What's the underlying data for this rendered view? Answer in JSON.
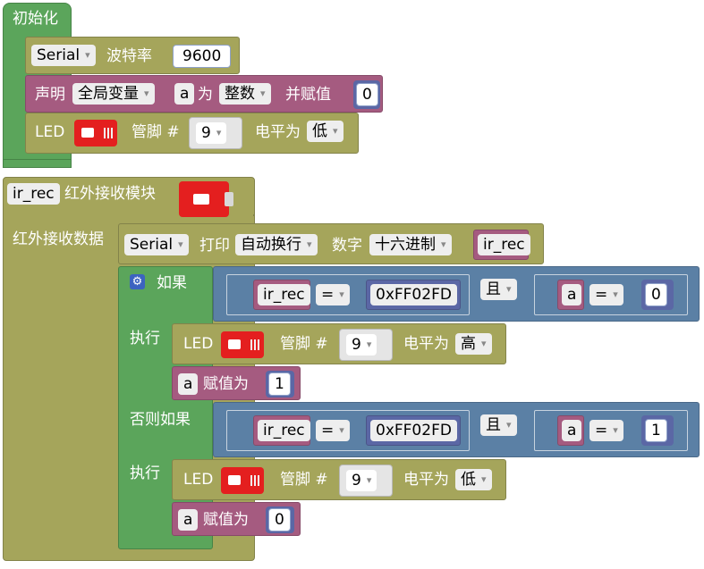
{
  "init": {
    "hat": "初始化",
    "serial_dd": "Serial",
    "baud_label": "波特率",
    "baud_value": "9600",
    "declare_label": "声明",
    "scope_dd": "全局变量",
    "var_name": "a",
    "as_label": "为",
    "type_dd": "整数",
    "assign_label": "并赋值",
    "init_value": "0",
    "led_label": "LED",
    "pin_label": "管脚 #",
    "pin_value": "9",
    "level_label": "电平为",
    "level_dd": "低"
  },
  "ir": {
    "var_name": "ir_rec",
    "module_label": "红外接收模块",
    "data_label": "红外接收数据",
    "serial_dd": "Serial",
    "print_label": "打印",
    "newline_dd": "自动换行",
    "number_label": "数字",
    "radix_dd": "十六进制",
    "print_var": "ir_rec"
  },
  "logic": {
    "if_label": "如果",
    "then_label": "执行",
    "elseif_label": "否则如果",
    "and_dd": "且",
    "eq_dd": "=",
    "code_value": "0xFF02FD",
    "branch1": {
      "compare_var": "ir_rec",
      "a_var": "a",
      "a_value": "0",
      "led_label": "LED",
      "pin_label": "管脚 #",
      "pin_value": "9",
      "level_label": "电平为",
      "level_dd": "高",
      "set_var": "a",
      "set_label": "赋值为",
      "set_value": "1"
    },
    "branch2": {
      "compare_var": "ir_rec",
      "a_var": "a",
      "a_value": "1",
      "led_label": "LED",
      "pin_label": "管脚 #",
      "pin_value": "9",
      "level_label": "电平为",
      "level_dd": "低",
      "set_var": "a",
      "set_label": "赋值为",
      "set_value": "0"
    }
  },
  "colors": {
    "control": "#5ba55b",
    "io": "#a5a55b",
    "variable": "#a55b80",
    "logic": "#5b80a5",
    "number": "#5b67a5"
  },
  "icons": {
    "gear": "gear-icon",
    "led_module": "led-module-image",
    "ir_module": "ir-receiver-image"
  }
}
